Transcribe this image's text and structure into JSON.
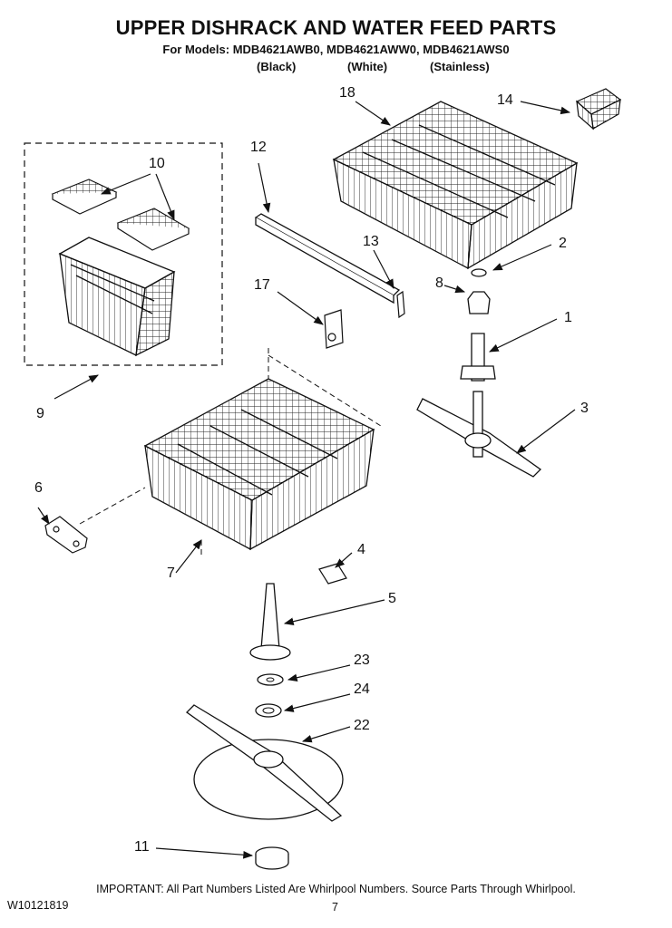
{
  "header": {
    "title": "UPPER DISHRACK AND WATER FEED PARTS",
    "models_line": "For Models: MDB4621AWB0, MDB4621AWW0, MDB4621AWS0",
    "variants": [
      "(Black)",
      "(White)",
      "(Stainless)"
    ]
  },
  "callouts": {
    "c1": "1",
    "c2": "2",
    "c3": "3",
    "c4": "4",
    "c5": "5",
    "c6": "6",
    "c7": "7",
    "c8": "8",
    "c9": "9",
    "c10": "10",
    "c11": "11",
    "c12": "12",
    "c13": "13",
    "c14": "14",
    "c17": "17",
    "c18": "18",
    "c22": "22",
    "c23": "23",
    "c24": "24"
  },
  "footer": {
    "note": "IMPORTANT: All Part Numbers Listed Are Whirlpool Numbers. Source Parts Through Whirlpool.",
    "doc_number": "W10121819",
    "page": "7"
  }
}
